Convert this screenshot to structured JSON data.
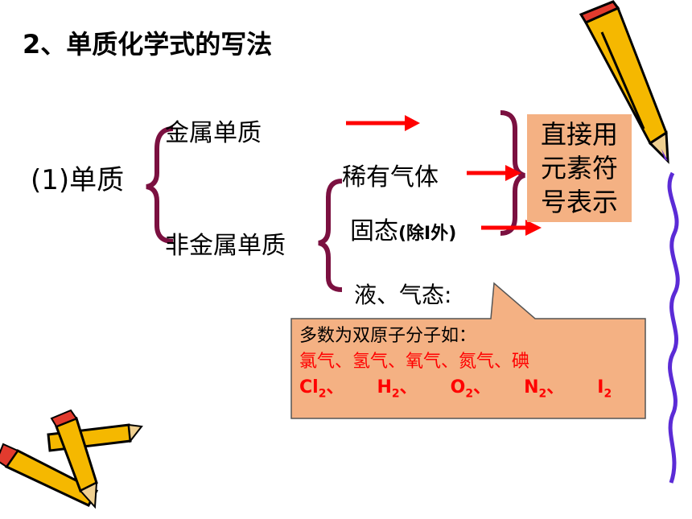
{
  "title": "2、单质化学式的写法",
  "simple_substance_label": "(1)单质",
  "metal_label": "金属单质",
  "nonmetal_label": "非金属单质",
  "noble_gas_label": "稀有气体",
  "solid_label": "固态",
  "solid_note": "(除I外)",
  "liquid_gas_label": "液、气态:",
  "result_box": [
    "直接用",
    "元素符",
    "号表示"
  ],
  "callout": {
    "line1": "多数为双原子分子如：",
    "line2": "氯气、氢气、氧气、氮气、碘",
    "formulas": [
      {
        "sym": "Cl",
        "sub": "2",
        "sep": "、"
      },
      {
        "sym": "H",
        "sub": "2",
        "sep": "、"
      },
      {
        "sym": "O",
        "sub": "2",
        "sep": "、"
      },
      {
        "sym": "N",
        "sub": "2",
        "sep": "、"
      },
      {
        "sym": "I",
        "sub": "2",
        "sep": ""
      }
    ]
  },
  "colors": {
    "bracket": "#7b1040",
    "arrow": "#ff0000",
    "box": "#f4b183",
    "callout_border": "#555555",
    "accent_purple": "#5b2bd6"
  },
  "icons": [
    "pencil-icon",
    "pencils-icon",
    "wavy-line-icon"
  ]
}
